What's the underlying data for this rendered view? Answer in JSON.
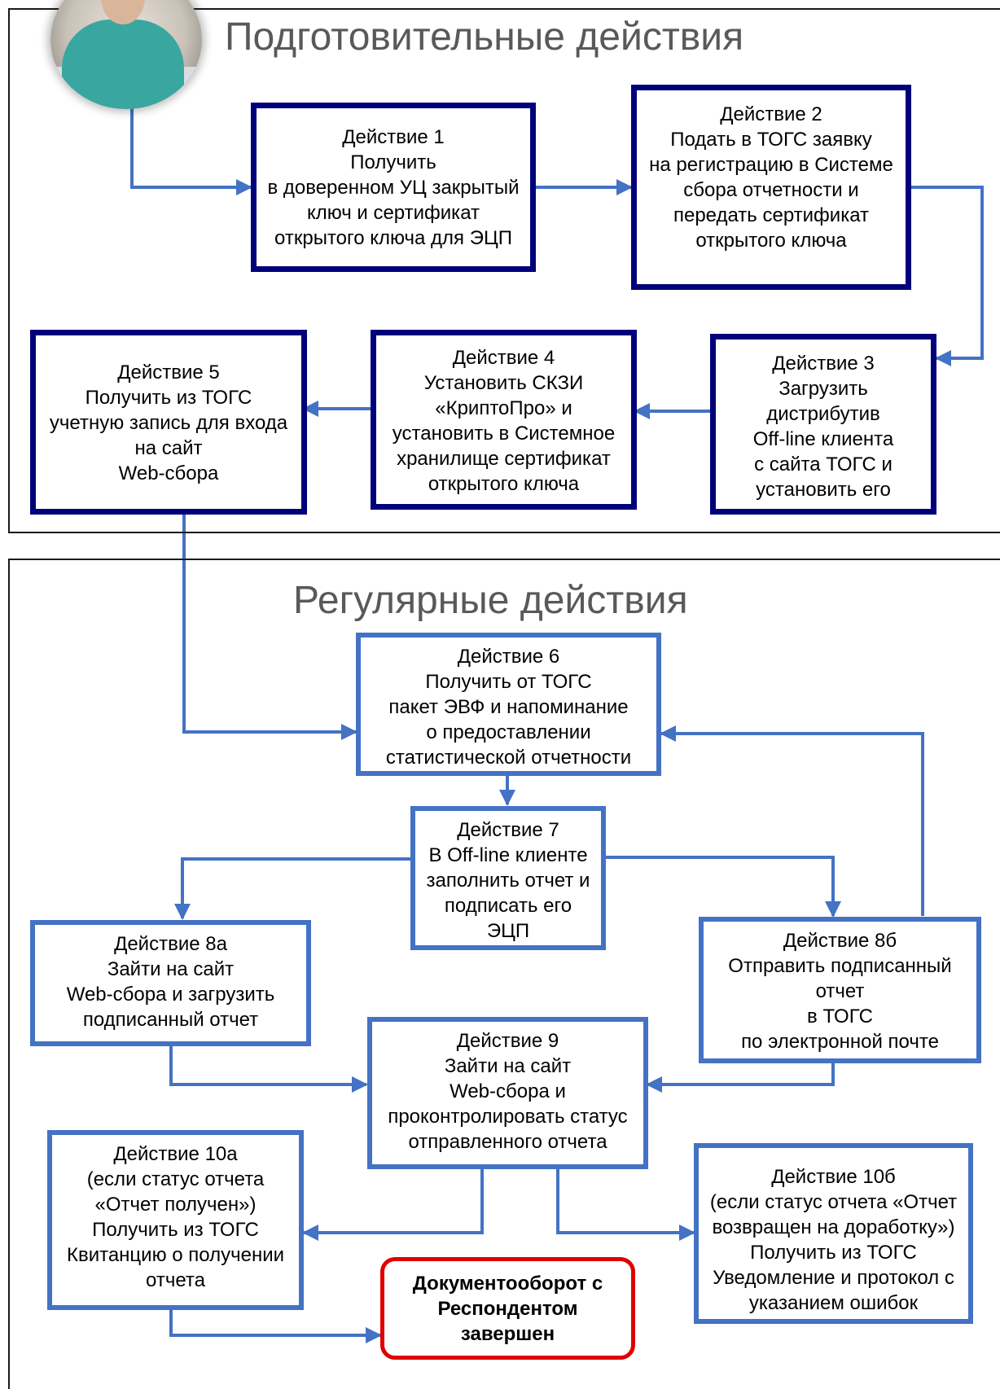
{
  "sections": {
    "prep_title": "Подготовительные действия",
    "regular_title": "Регулярные действия"
  },
  "colors": {
    "dark_border": "#00007a",
    "light_border": "#4472c4",
    "arrow": "#4472c4",
    "final_border": "#e00000",
    "title_text": "#595959"
  },
  "boxes": {
    "a1": [
      "Действие 1",
      "Получить",
      "в доверенном УЦ закрытый",
      "ключ  и сертификат",
      "открытого ключа для ЭЦП"
    ],
    "a2": [
      "Действие 2",
      "Подать в ТОГС заявку",
      "на регистрацию в Системе",
      "сбора отчетности и",
      "передать сертификат",
      "открытого ключа"
    ],
    "a3": [
      "Действие 3",
      "Загрузить",
      "дистрибутив",
      "Off-line клиента",
      "с сайта ТОГС и",
      "установить его"
    ],
    "a4": [
      "Действие 4",
      "Установить СКЗИ",
      "«КриптоПро» и",
      "установить в Системное",
      "хранилище сертификат",
      "открытого ключа"
    ],
    "a5": [
      "Действие 5",
      "Получить из ТОГС",
      "учетную запись для входа",
      "на сайт",
      "Web-сбора"
    ],
    "a6": [
      "Действие 6",
      "Получить от ТОГС",
      "пакет ЭВФ и напоминание",
      "о предоставлении",
      "статистической отчетности"
    ],
    "a7": [
      "Действие 7",
      "В Off-line клиенте",
      "заполнить отчет и",
      "подписать его",
      "ЭЦП"
    ],
    "a8a": [
      "Действие 8а",
      "Зайти на сайт",
      "Web-сбора и загрузить",
      "подписанный отчет"
    ],
    "a8b": [
      "Действие 8б",
      "Отправить подписанный",
      "отчет",
      "в ТОГС",
      "по электронной почте"
    ],
    "a9": [
      "Действие 9",
      "Зайти на сайт",
      "Web-сбора и",
      "проконтролировать статус",
      "отправленного отчета"
    ],
    "a10a": [
      "Действие 10а",
      "(если статус отчета",
      "«Отчет получен»)",
      "Получить из ТОГС",
      "Квитанцию о получении",
      "отчета"
    ],
    "a10b": [
      "Действие 10б",
      "(если статус отчета «Отчет",
      "возвращен на доработку»)",
      "Получить из ТОГС",
      "Уведомление и протокол с",
      "указанием ошибок"
    ],
    "final": [
      "Документооборот с",
      "Респондентом",
      "завершен"
    ]
  }
}
